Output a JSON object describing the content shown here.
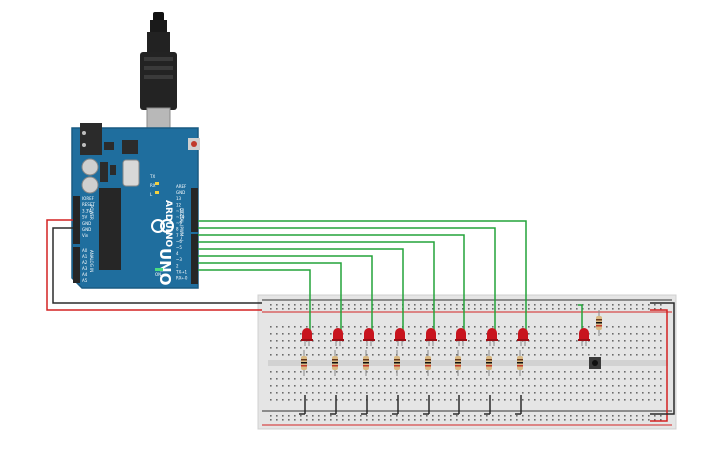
{
  "board": {
    "model_label": "UNO",
    "brand_label": "ARDUINO",
    "digital_label": "DIGITAL (PWM~)",
    "analog_label": "ANALOG IN",
    "power_label": "POWER",
    "tx_label": "TX",
    "rx_label": "RX",
    "on_label": "ON",
    "l_label": "L",
    "power_pins": [
      "IOREF",
      "RESET",
      "3.3V",
      "5V",
      "GND",
      "GND",
      "Vin"
    ],
    "analog_pins": [
      "A0",
      "A1",
      "A2",
      "A3",
      "A4",
      "A5"
    ],
    "digital_pins": [
      "AREF",
      "GND",
      "13",
      "12",
      "~11",
      "~10",
      "~9",
      "8",
      "7",
      "~6",
      "~5",
      "4",
      "~3",
      "2",
      "TX→1",
      "RX←0"
    ]
  },
  "circuit": {
    "led_count": 8,
    "extra_led_count": 1,
    "resistor_count": 9,
    "pushbutton_count": 1,
    "colors": {
      "board": "#1f6e9e",
      "board_edge": "#185a82",
      "signal_wire": "#23a33a",
      "power_wire": "#d42222",
      "ground_wire": "#2b2b2b",
      "led": "#c8141e",
      "breadboard": "#e5e5e5",
      "rail_red": "#d42222",
      "rail_black": "#333333"
    }
  }
}
